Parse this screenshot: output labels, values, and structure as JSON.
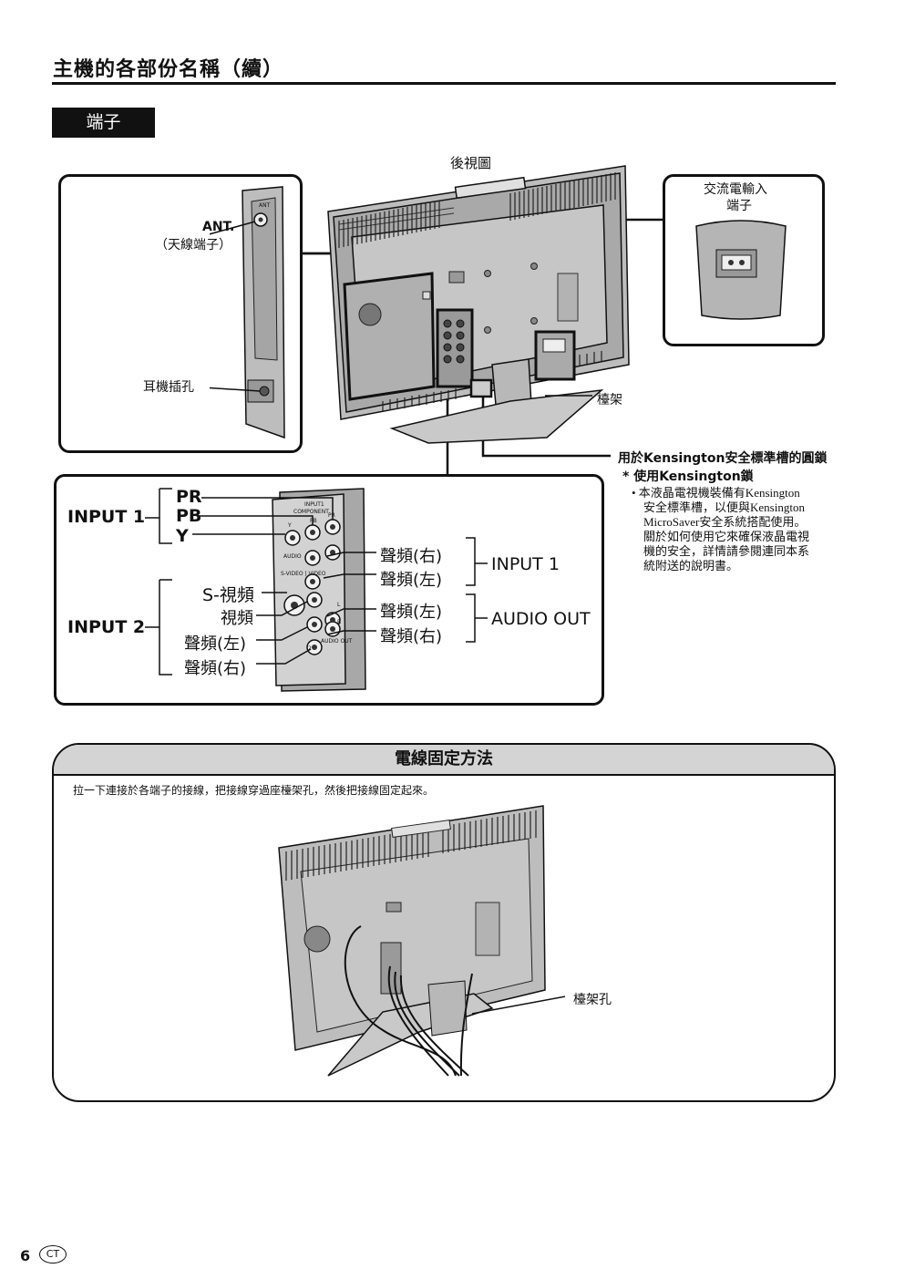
{
  "header": {
    "title": "主機的各部份名稱（續）"
  },
  "section": {
    "label": "端子"
  },
  "rear": {
    "caption": "後視圖",
    "ant_label": "ANT.",
    "ant_sub": "（天線端子）",
    "ant_panel_text": "ANT",
    "headphone": "耳機插孔",
    "ac_label_1": "交流電輸入",
    "ac_label_2": "端子",
    "stand": "檯架",
    "kensington_title": "用於Kensington安全標準槽的圓鎖",
    "kensington_sub": "* 使用Kensington鎖",
    "kensington_note": [
      "• 本液晶電視機裝備有Kensington",
      "安全標準槽，以便與Kensington",
      "MicroSaver安全系統搭配使用。",
      "關於如何使用它來確保液晶電視",
      "機的安全，詳情請參閱連同本系",
      "統附送的說明書。"
    ]
  },
  "terminals": {
    "input1_left": "INPUT 1",
    "pr": "PR",
    "pb": "PB",
    "y": "Y",
    "input2": "INPUT 2",
    "s_video": "S-視頻",
    "video": "視頻",
    "audio_l_left": "聲頻(左)",
    "audio_r_left": "聲頻(右)",
    "audio_r_1": "聲頻(右)",
    "audio_l_1": "聲頻(左)",
    "input1_right": "INPUT 1",
    "audio_l_out": "聲頻(左)",
    "audio_r_out": "聲頻(右)",
    "audio_out": "AUDIO OUT",
    "panel": {
      "input": "INPUT1",
      "component": "COMPONENT",
      "audio": "AUDIO",
      "svideo_video": "S-VIDEO | VIDEO",
      "audio_out": "AUDIO OUT",
      "y": "Y",
      "pb": "PB",
      "pr": "PR",
      "l": "L",
      "r": "R",
      "num2": "2"
    }
  },
  "cable": {
    "title": "電線固定方法",
    "instruction": "拉一下連接於各端子的接線，把接線穿過座檯架孔，然後把接線固定起來。",
    "hole_label": "檯架孔"
  },
  "footer": {
    "page": "6",
    "lang": "CT"
  }
}
